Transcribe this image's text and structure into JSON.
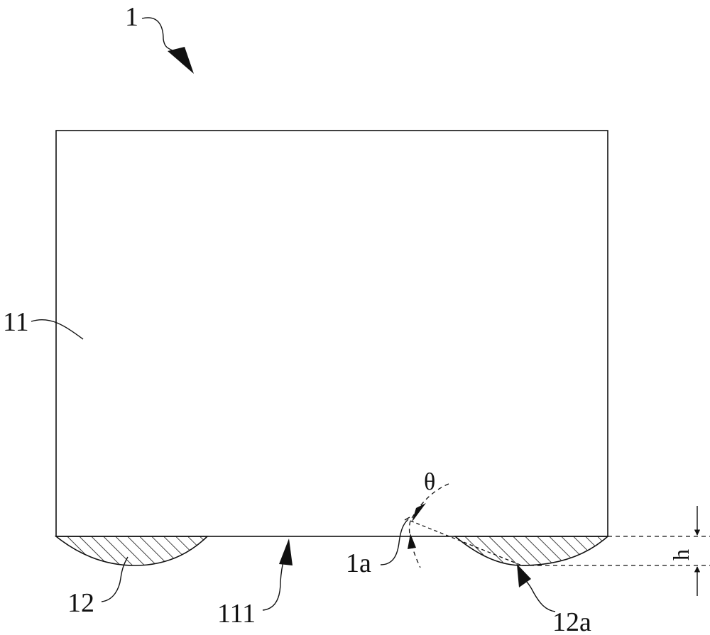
{
  "labels": {
    "assembly": "1",
    "body": "11",
    "bottom_surface": "111",
    "left_lens": "12",
    "right_lens_edge": "12a",
    "reference_point": "1a",
    "angle": "θ",
    "height": "h"
  },
  "colors": {
    "line": "#111111",
    "background": "#ffffff"
  }
}
